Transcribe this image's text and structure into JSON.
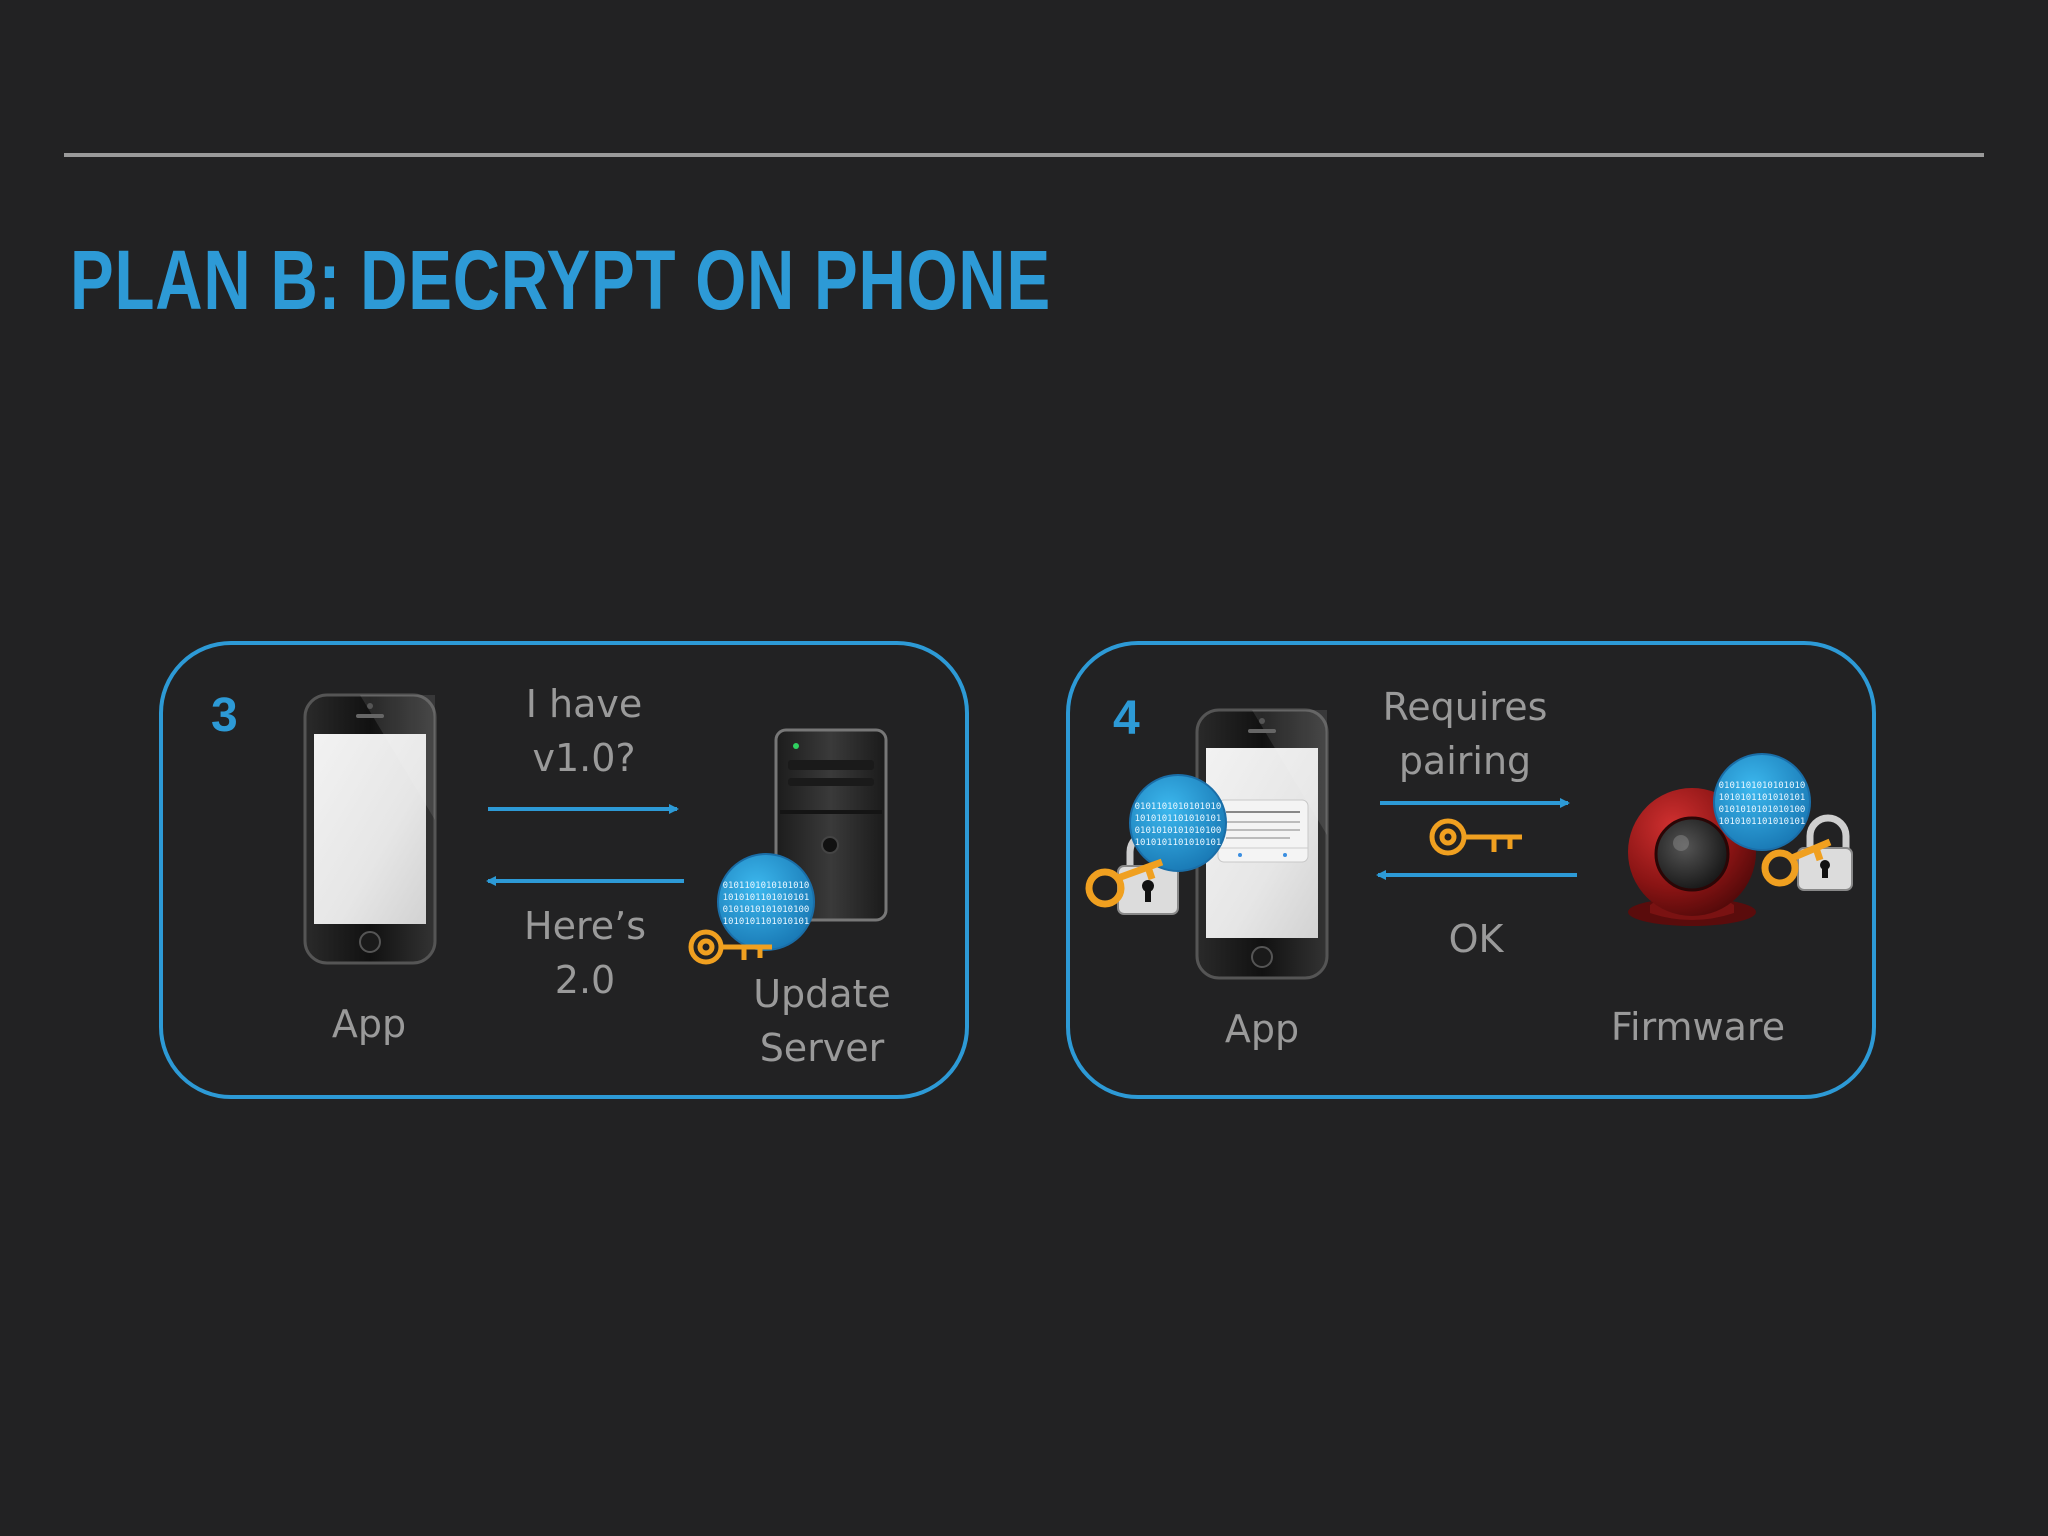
{
  "slide": {
    "title": "PLAN B: DECRYPT ON PHONE",
    "accent_color": "#2d9ad6",
    "key_color": "#f0a020",
    "background_color": "#222223"
  },
  "panels": [
    {
      "number": "3",
      "left_node": {
        "label": "App",
        "icon": "smartphone-icon"
      },
      "right_node": {
        "label_line1": "Update",
        "label_line2": "Server",
        "icon": "server-tower-icon"
      },
      "request": {
        "line1": "I have",
        "line2": "v1.0?"
      },
      "response": {
        "line1": "Here’s",
        "line2": "2.0"
      }
    },
    {
      "number": "4",
      "left_node": {
        "label": "App",
        "icon": "smartphone-icon"
      },
      "right_node": {
        "label": "Firmware",
        "icon": "webcam-icon"
      },
      "request": {
        "line1": "Requires",
        "line2": "pairing"
      },
      "response": {
        "line1": "OK"
      }
    }
  ],
  "binary_blob": {
    "rows": [
      "0101101010101010",
      "1010101101010101",
      "0101010101010100",
      "1010101101010101"
    ]
  }
}
